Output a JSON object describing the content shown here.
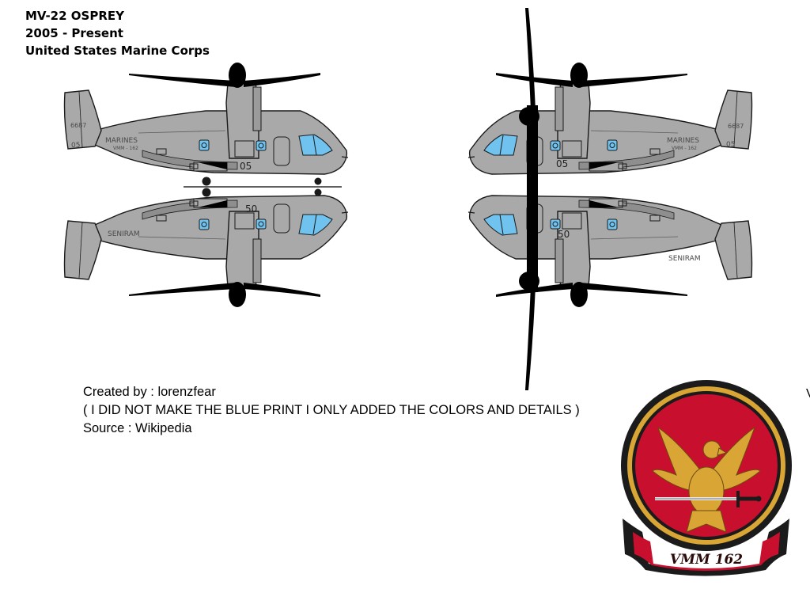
{
  "header": {
    "aircraft_name": "MV-22 OSPREY",
    "service_period": "2005 - Present",
    "operator": "United States Marine Corps"
  },
  "aircraft": {
    "fuselage_marking": "MARINES",
    "unit_marking": "VMM - 162",
    "modex": "05",
    "tail_code": "05",
    "tail_serial": "6687"
  },
  "credits": {
    "created_by": "Created by : lorenzfear",
    "disclaimer": "( I DID NOT MAKE THE BLUE PRINT I ONLY ADDED THE COLORS AND DETAILS )",
    "source": "Source : Wikipedia"
  },
  "edge_fragment": "V",
  "insignia": {
    "banner_text": "VMM 162"
  },
  "colors": {
    "fuselage": "#a9a9a9",
    "fuselage_dark": "#8e8e8e",
    "outline": "#1a1a1a",
    "canopy": "#6fc3ee",
    "rotor": "#000000",
    "badge_red": "#c8102e",
    "badge_gold": "#d9a534",
    "badge_dark": "#1b1b1b"
  },
  "icons": [
    "aircraft-side-view",
    "vmm-162-squadron-insignia"
  ]
}
